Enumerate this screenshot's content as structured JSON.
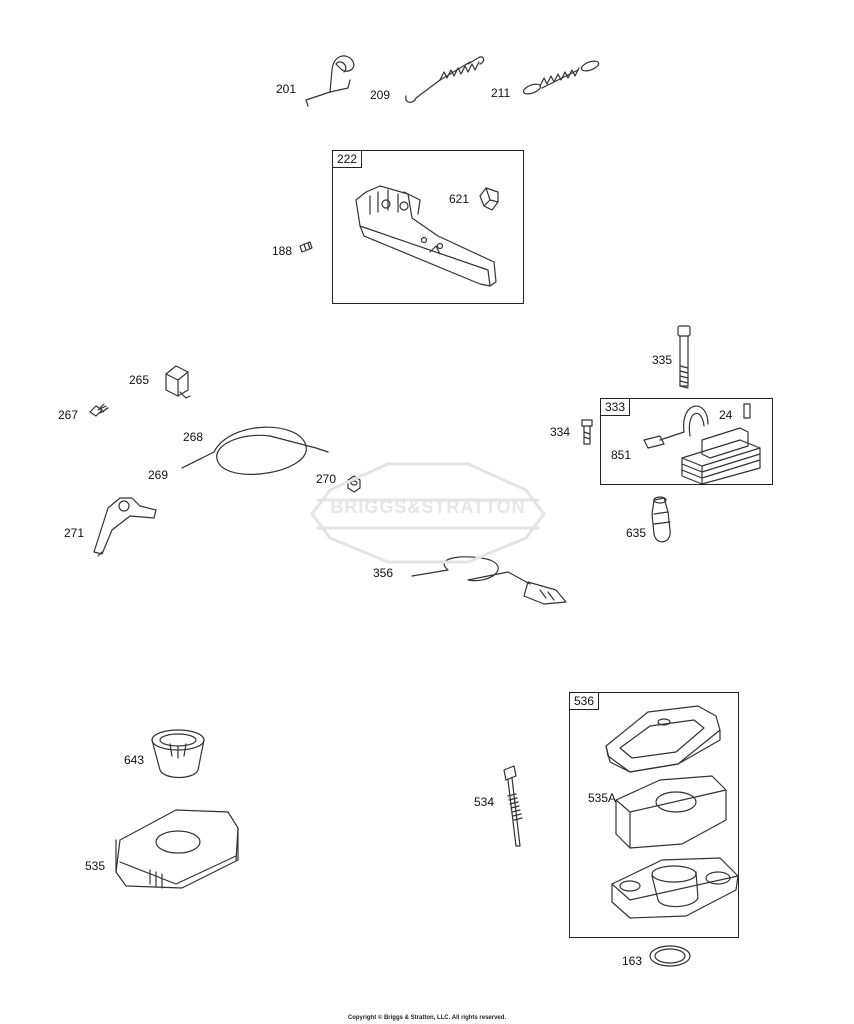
{
  "watermark": "BRIGGS&STRATTON",
  "copyright": "Copyright © Briggs & Stratton, LLC. All rights reserved.",
  "parts": [
    {
      "id": "p201",
      "label": "201"
    },
    {
      "id": "p209",
      "label": "209"
    },
    {
      "id": "p211",
      "label": "211"
    },
    {
      "id": "p621",
      "label": "621"
    },
    {
      "id": "p188",
      "label": "188"
    },
    {
      "id": "p265",
      "label": "265"
    },
    {
      "id": "p267",
      "label": "267"
    },
    {
      "id": "p268",
      "label": "268"
    },
    {
      "id": "p269",
      "label": "269"
    },
    {
      "id": "p270",
      "label": "270"
    },
    {
      "id": "p271",
      "label": "271"
    },
    {
      "id": "p356",
      "label": "356"
    },
    {
      "id": "p335",
      "label": "335"
    },
    {
      "id": "p334",
      "label": "334"
    },
    {
      "id": "p24",
      "label": "24"
    },
    {
      "id": "p851",
      "label": "851"
    },
    {
      "id": "p635",
      "label": "635"
    },
    {
      "id": "p643",
      "label": "643"
    },
    {
      "id": "p535",
      "label": "535"
    },
    {
      "id": "p534",
      "label": "534"
    },
    {
      "id": "p535A",
      "label": "535A"
    },
    {
      "id": "p163",
      "label": "163"
    }
  ],
  "boxes": [
    {
      "id": "b222",
      "label": "222"
    },
    {
      "id": "b333",
      "label": "333"
    },
    {
      "id": "b536",
      "label": "536"
    }
  ]
}
